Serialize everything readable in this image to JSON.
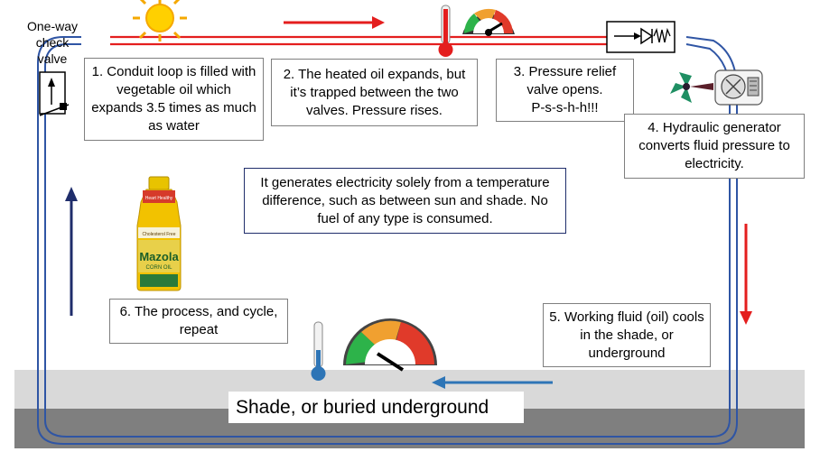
{
  "check_valve_label": "One-way\ncheck valve",
  "steps": [
    "1.  Conduit loop is filled with vegetable oil which expands 3.5 times as much as water",
    "2.  The heated oil expands, but it’s trapped between the two valves.  Pressure rises.",
    "3.  Pressure relief valve opens.\nP-s-s-h-h!!!",
    "4.  Hydraulic generator converts fluid pressure to electricity.",
    "5.  Working fluid (oil) cools in the shade, or underground",
    "6.  The process, and cycle, repeat"
  ],
  "summary": "It generates electricity solely from a temperature difference, such as between sun and shade.  No fuel of any type is consumed.",
  "ground_label": "Shade, or buried underground",
  "bottle": {
    "brand": "Mazola",
    "sub": "CORN OIL",
    "top_label": "Heart Healthy",
    "neck_label": "Cholesterol Free"
  },
  "colors": {
    "hot_pipe": "#e41e1e",
    "cool_pipe": "#2f55a4",
    "ground_light": "#d9d9d9",
    "ground_dark": "#7f7f7f",
    "summary_border": "#1f2d6b",
    "arrow_up": "#1f2d6b",
    "arrow_red": "#e41e1e",
    "arrow_blue": "#2e75b6"
  },
  "icons": [
    "sun-icon",
    "thermometer-hot-icon",
    "gauge-high-icon",
    "relief-valve-icon",
    "turbine-icon",
    "generator-icon",
    "check-valve-icon",
    "thermometer-cold-icon",
    "gauge-low-icon",
    "oil-bottle-image"
  ]
}
